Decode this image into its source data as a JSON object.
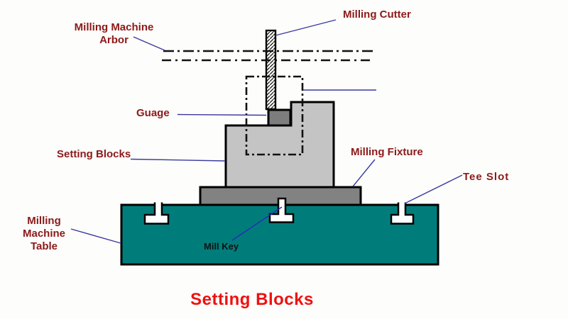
{
  "title": "Setting Blocks",
  "labels": {
    "arbor_line1": "Milling Machine",
    "arbor_line2": "Arbor",
    "cutter": "Milling Cutter",
    "gauge": "Guage",
    "setting_blocks": "Setting Blocks",
    "fixture": "Milling Fixture",
    "tee_slot": "Tee Slot",
    "table_line1": "Milling",
    "table_line2": "Machine",
    "table_line3": "Table",
    "mill_key": "Mill Key"
  },
  "colors": {
    "label_text": "#8b1a1a",
    "title_text": "#ee1111",
    "mill_key_text": "#111111",
    "leader_line": "#3a3aa0",
    "outline": "#000000",
    "table_fill": "#007d7b",
    "setting_block_fill": "#c4c4c4",
    "gauge_fill": "#7d7d7d",
    "fixture_base_fill": "#828282",
    "slot_fill": "#ffffff",
    "background": "#fdfdfb"
  }
}
